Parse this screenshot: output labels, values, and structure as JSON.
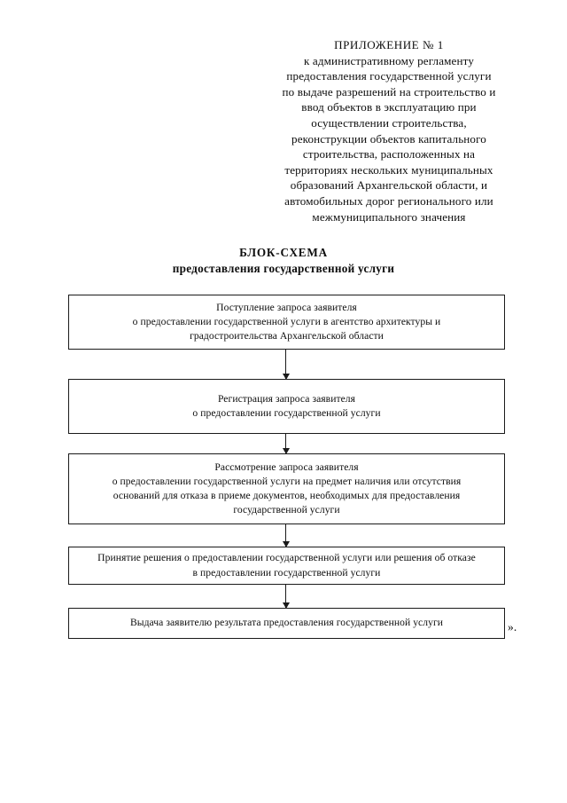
{
  "document": {
    "header": {
      "appendix_label": "ПРИЛОЖЕНИЕ № 1",
      "lines": [
        "к административному регламенту",
        "предоставления государственной услуги",
        "по выдаче разрешений на строительство и",
        "ввод объектов в эксплуатацию при",
        "осуществлении строительства,",
        "реконструкции объектов капитального",
        "строительства, расположенных на",
        "территориях нескольких муниципальных",
        "образований Архангельской области, и",
        "автомобильных дорог регионального или",
        "межмуниципального значения"
      ]
    },
    "title": {
      "line1": "БЛОК-СХЕМА",
      "line2": "предоставления государственной услуги"
    },
    "closing_mark": "».",
    "flowchart": {
      "type": "flowchart",
      "orientation": "vertical",
      "nodes": [
        {
          "id": "n1",
          "lines": [
            "Поступление запроса заявителя",
            "о предоставлении государственной услуги в агентство архитектуры и",
            "градостроительства Архангельской области"
          ]
        },
        {
          "id": "n2",
          "lines": [
            "Регистрация запроса заявителя",
            "о предоставлении государственной услуги"
          ]
        },
        {
          "id": "n3",
          "lines": [
            "Рассмотрение запроса заявителя",
            "о предоставлении государственной услуги на предмет наличия или отсутствия",
            "оснований для отказа в приеме документов, необходимых для предоставления",
            "государственной услуги"
          ]
        },
        {
          "id": "n4",
          "lines": [
            "Принятие решения о предоставлении государственной услуги или решения об отказе",
            "в предоставлении государственной услуги"
          ]
        },
        {
          "id": "n5",
          "lines": [
            "Выдача заявителю результата предоставления государственной услуги"
          ]
        }
      ],
      "edges": [
        {
          "from": "n1",
          "to": "n2",
          "arrow": "down"
        },
        {
          "from": "n2",
          "to": "n3",
          "arrow": "down"
        },
        {
          "from": "n3",
          "to": "n4",
          "arrow": "down"
        },
        {
          "from": "n4",
          "to": "n5",
          "arrow": "down"
        }
      ],
      "colors": {
        "border": "#1a1a1a",
        "fill": "#ffffff",
        "text": "#0d0d0d"
      }
    }
  }
}
